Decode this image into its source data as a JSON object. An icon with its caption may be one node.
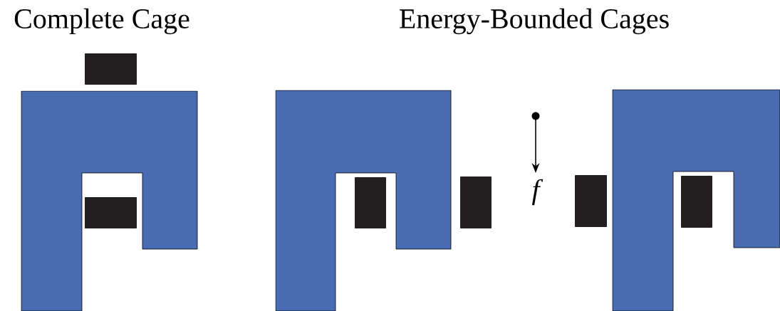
{
  "diagram": {
    "labels": [
      "Complete Cage",
      "Energy-Bounded Cages",
      "f"
    ]
  }
}
